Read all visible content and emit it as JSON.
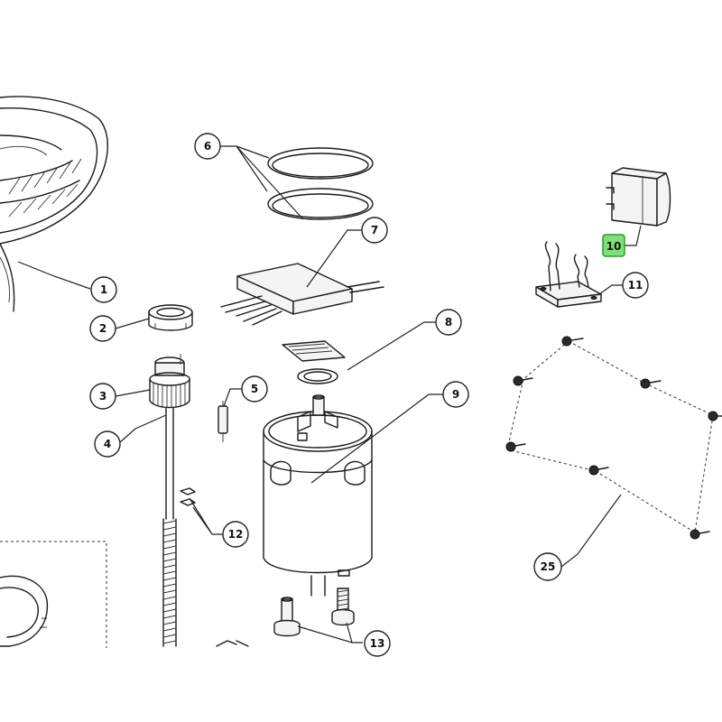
{
  "callouts": [
    {
      "id": "1",
      "label": "1"
    },
    {
      "id": "2",
      "label": "2"
    },
    {
      "id": "3",
      "label": "3"
    },
    {
      "id": "4",
      "label": "4"
    },
    {
      "id": "5",
      "label": "5"
    },
    {
      "id": "6",
      "label": "6"
    },
    {
      "id": "7",
      "label": "7"
    },
    {
      "id": "8",
      "label": "8"
    },
    {
      "id": "9",
      "label": "9"
    },
    {
      "id": "10",
      "label": "10",
      "highlighted": true
    },
    {
      "id": "11",
      "label": "11"
    },
    {
      "id": "12",
      "label": "12"
    },
    {
      "id": "13",
      "label": "13"
    },
    {
      "id": "25",
      "label": "25"
    }
  ],
  "colors": {
    "line": "#1a1a1a",
    "background": "#ffffff",
    "highlight": "#7ee07a"
  }
}
